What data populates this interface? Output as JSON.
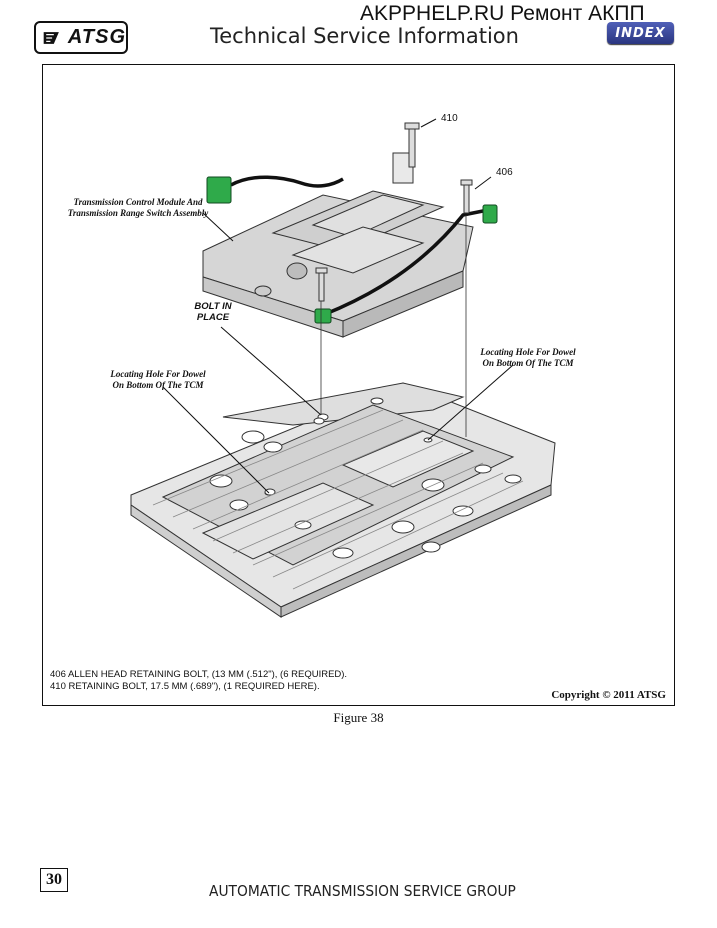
{
  "header": {
    "logo_text": "ATSG",
    "site_title": "AKPPHELP.RU Ремонт АКПП",
    "doc_title": "Technical Service Information",
    "index_label": "INDEX"
  },
  "figure": {
    "labels": {
      "num_410": "410",
      "num_406": "406",
      "tcm_line1": "Transmission Control Module And",
      "tcm_line2": "Transmission Range Switch Assembly",
      "bolt_line1": "BOLT IN",
      "bolt_line2": "PLACE",
      "dowel_right_line1": "Locating Hole For Dowel",
      "dowel_right_line2": "On Bottom Of The TCM",
      "dowel_left_line1": "Locating Hole For Dowel",
      "dowel_left_line2": "On Bottom Of The TCM"
    },
    "legend": [
      "406  ALLEN HEAD RETAINING BOLT, (13 MM (.512\"), (6 REQUIRED).",
      "410  RETAINING BOLT, 17.5 MM (.689\"), (1 REQUIRED HERE)."
    ],
    "copyright": "Copyright © 2011 ATSG",
    "caption": "Figure 38"
  },
  "footer": {
    "page_number": "30",
    "org_name": "AUTOMATIC TRANSMISSION SERVICE GROUP"
  },
  "colors": {
    "connector_green": "#2faa4a",
    "index_blue": "#3a4596",
    "part_gray": "#d9d9d9"
  }
}
